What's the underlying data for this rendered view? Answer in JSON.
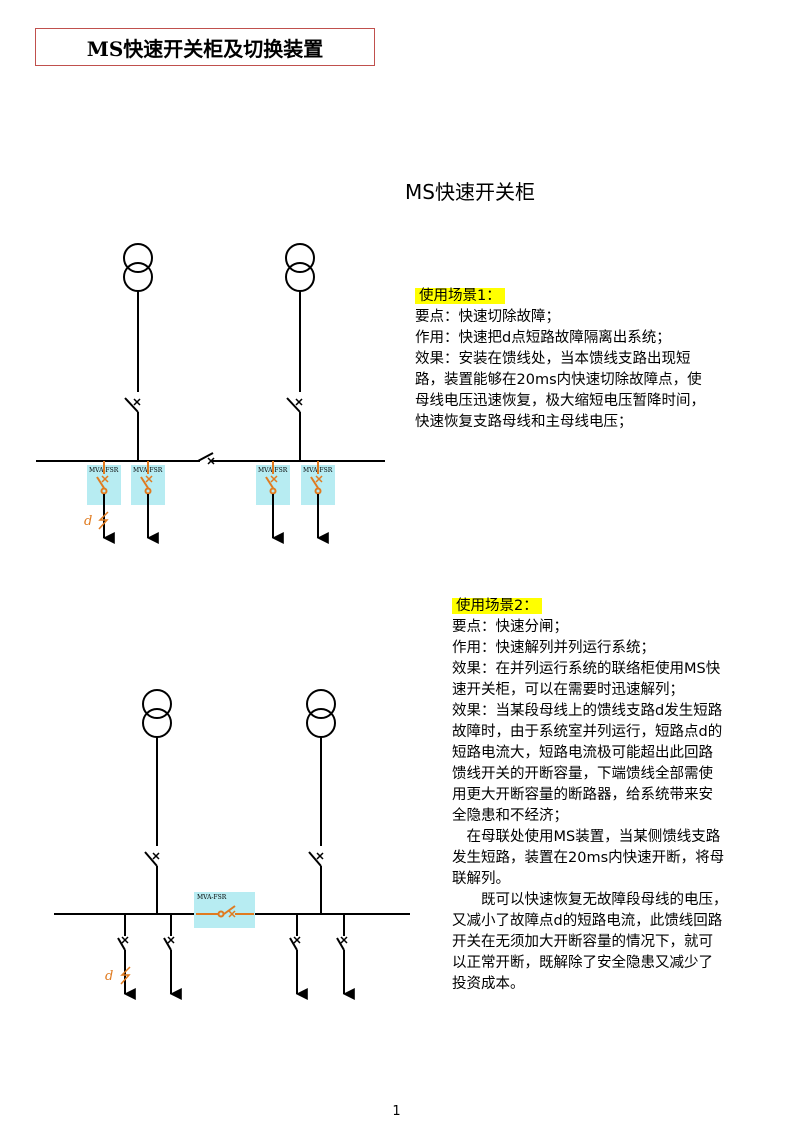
{
  "header": {
    "title": "MS快速开关柜及切换装置"
  },
  "subtitle": "MS快速开关柜",
  "scene1": {
    "heading": "使用场景1：",
    "lines": [
      "要点：快速切除故障；",
      "作用：快速把d点短路故障隔离出系统；",
      "效果：安装在馈线处，当本馈线支路出现短",
      "路，装置能够在20ms内快速切除故障点，使",
      "母线电压迅速恢复，极大缩短电压暂降时间，",
      "快速恢复支路母线和主母线电压；"
    ]
  },
  "scene2": {
    "heading": "使用场景2：",
    "lines": [
      "要点：快速分闸；",
      "作用：快速解列并列运行系统；",
      "效果：在并列运行系统的联络柜使用MS快",
      "速开关柜，可以在需要时迅速解列；",
      "效果：当某段母线上的馈线支路d发生短路",
      "故障时，由于系统室并列运行，短路点d的",
      "短路电流大，短路电流极可能超出此回路",
      "馈线开关的开断容量，下端馈线全部需使",
      "用更大开断容量的断路器，给系统带来安",
      "全隐患和不经济；",
      "　在母联处使用MS装置，当某侧馈线支路",
      "发生短路，装置在20ms内快速开断，将母",
      "联解列。",
      "　　既可以快速恢复无故障段母线的电压，",
      "又减小了故障点d的短路电流，此馈线回路",
      "开关在无须加大开断容量的情况下，就可",
      "以正常开断，既解除了安全隐患又减少了",
      "投资成本。"
    ]
  },
  "diagram1": {
    "device_label": "MVA-FSR",
    "fault_label": "d"
  },
  "diagram2": {
    "device_label": "MVA-FSR",
    "fault_label": "d"
  },
  "page_number": "1",
  "colors": {
    "device_fill": "#b7ecf2",
    "orange": "#e07b20",
    "title_border": "#c0504d",
    "highlight": "#ffff00"
  }
}
